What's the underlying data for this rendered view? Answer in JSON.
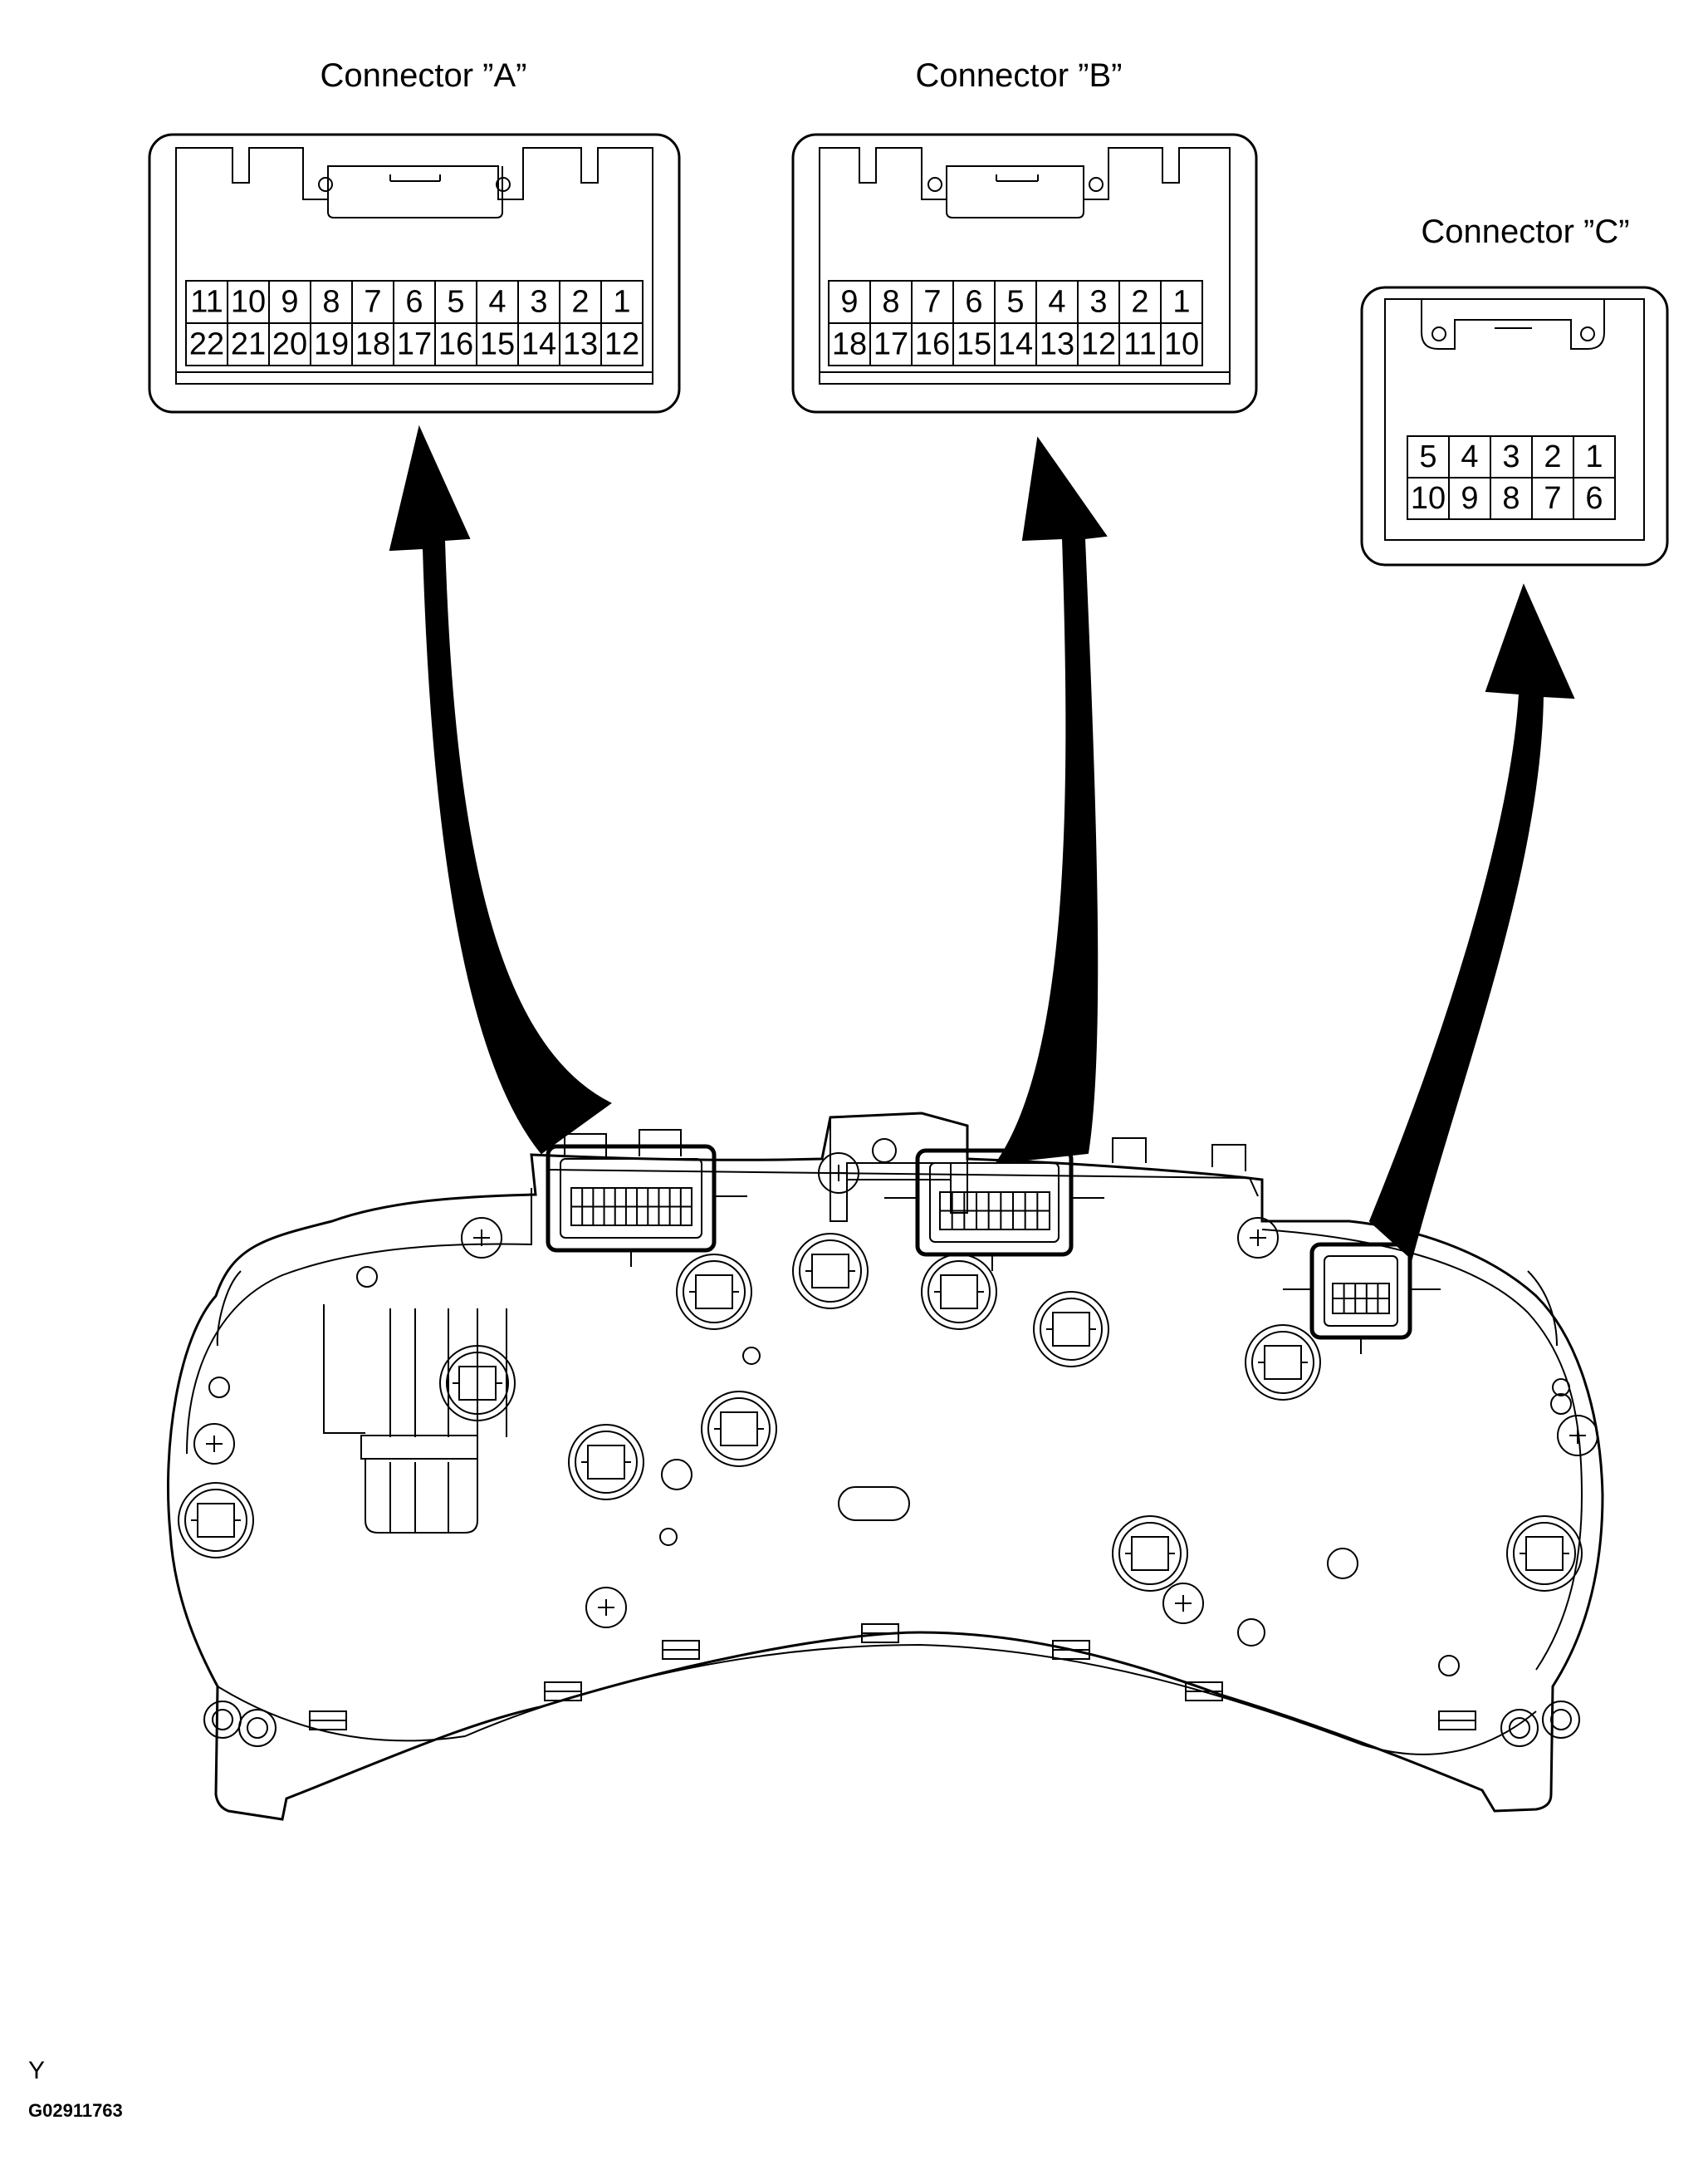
{
  "connectors": [
    {
      "id": "A",
      "label": "Connector ”A”",
      "top_row": [
        "11",
        "10",
        "9",
        "8",
        "7",
        "6",
        "5",
        "4",
        "3",
        "2",
        "1"
      ],
      "bottom_row": [
        "22",
        "21",
        "20",
        "19",
        "18",
        "17",
        "16",
        "15",
        "14",
        "13",
        "12"
      ]
    },
    {
      "id": "B",
      "label": "Connector ”B”",
      "top_row": [
        "9",
        "8",
        "7",
        "6",
        "5",
        "4",
        "3",
        "2",
        "1"
      ],
      "bottom_row": [
        "18",
        "17",
        "16",
        "15",
        "14",
        "13",
        "12",
        "11",
        "10"
      ]
    },
    {
      "id": "C",
      "label": "Connector ”C”",
      "top_row": [
        "5",
        "4",
        "3",
        "2",
        "1"
      ],
      "bottom_row": [
        "10",
        "9",
        "8",
        "7",
        "6"
      ]
    }
  ],
  "footer": {
    "code_letter": "Y",
    "figure_id": "G02911763"
  }
}
